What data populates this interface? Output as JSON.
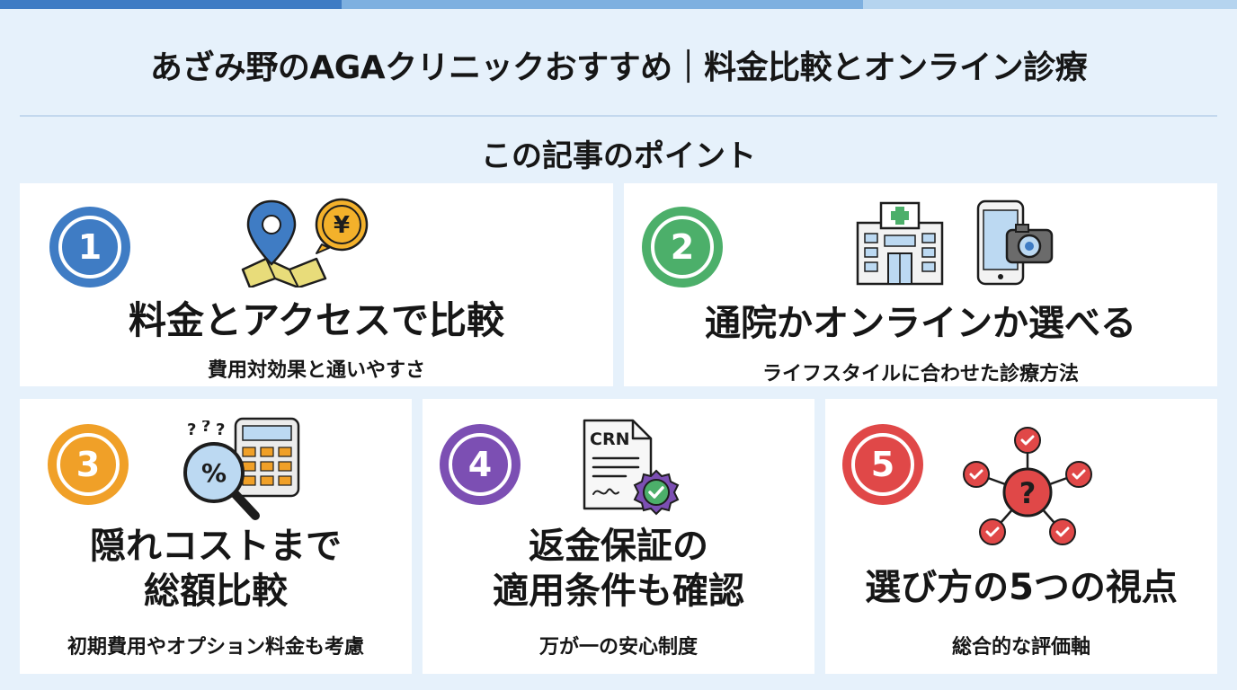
{
  "title": "あざみ野のAGAクリニックおすすめ｜料金比較とオンライン診療",
  "subtitle": "この記事のポイント",
  "colors": {
    "background": "#e6f1fb",
    "badge_1": "#3f7cc4",
    "badge_2": "#4caf6a",
    "badge_3": "#f0a028",
    "badge_4": "#7c4fb3",
    "badge_5": "#e04848"
  },
  "points": [
    {
      "number": "1",
      "heading": "料金とアクセスで比較",
      "description": "費用対効果と通いやすさ",
      "icons": [
        "map-pin-icon",
        "yen-coin-icon"
      ]
    },
    {
      "number": "2",
      "heading": "通院かオンラインか選べる",
      "description": "ライフスタイルに合わせた診療方法",
      "icons": [
        "hospital-icon",
        "smartphone-camera-icon"
      ]
    },
    {
      "number": "3",
      "heading_lines": [
        "隠れコストまで",
        "総額比較"
      ],
      "description": "初期費用やオプション料金も考慮",
      "icons": [
        "magnifier-percent-icon",
        "calculator-icon"
      ]
    },
    {
      "number": "4",
      "heading_lines": [
        "返金保証の",
        "適用条件も確認"
      ],
      "description": "万が一の安心制度",
      "document_label": "CRN",
      "icons": [
        "document-icon",
        "check-badge-icon"
      ]
    },
    {
      "number": "5",
      "heading": "選び方の5つの視点",
      "description": "総合的な評価軸",
      "icons": [
        "question-network-icon"
      ]
    }
  ]
}
